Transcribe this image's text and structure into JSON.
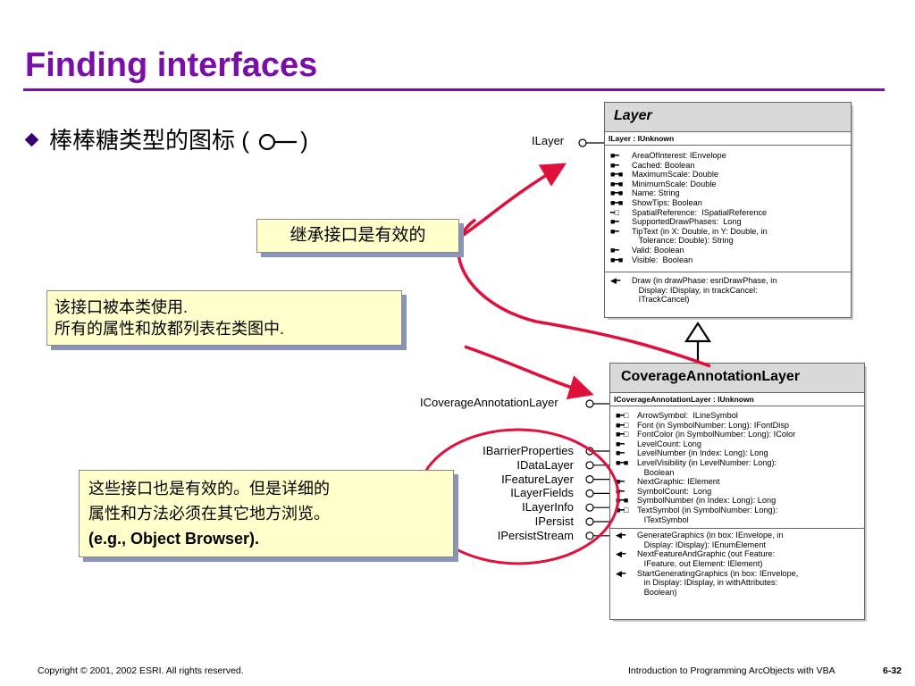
{
  "slide": {
    "title": "Finding interfaces",
    "bullet": "棒棒糖类型的图标 (",
    "bullet_close": ")"
  },
  "notes": {
    "inherited": "继承接口是有效的",
    "used_line1": "该接口被本类使用.",
    "used_line2": "所有的属性和放都列表在类图中.",
    "other_line1": "这些接口也是有效的。但是详细的",
    "other_line2": "属性和方法必须在其它地方浏览。",
    "other_line3": "(e.g., Object Browser)."
  },
  "layer_class": {
    "name": "Layer",
    "interface_label": "ILayer",
    "interface_header": "ILayer : IUnknown",
    "properties": [
      {
        "icon": "■━",
        "text": "AreaOfInterest: IEnvelope"
      },
      {
        "icon": "■━",
        "text": "Cached: Boolean"
      },
      {
        "icon": "■━■",
        "text": "MaximumScale: Double"
      },
      {
        "icon": "■━■",
        "text": "MinimumScale: Double"
      },
      {
        "icon": "■━■",
        "text": "Name: String"
      },
      {
        "icon": "■━■",
        "text": "ShowTips: Boolean"
      },
      {
        "icon": "━□",
        "text": "SpatialReference:  ISpatialReference"
      },
      {
        "icon": "■━",
        "text": "SupportedDrawPhases:  Long"
      },
      {
        "icon": "■━",
        "text": "TipText (in X: Double, in Y: Double, in\n   Tolerance: Double): String"
      },
      {
        "icon": "■━",
        "text": "Valid: Boolean"
      },
      {
        "icon": "■━■",
        "text": "Visible:  Boolean"
      }
    ],
    "methods": [
      {
        "icon": "◀━",
        "text": "Draw (in drawPhase: esriDrawPhase, in\n   Display: IDisplay, in trackCancel:\n   ITrackCancel)"
      }
    ]
  },
  "coverage_class": {
    "name": "CoverageAnnotationLayer",
    "interface_label": "ICoverageAnnotationLayer",
    "interface_header": "ICoverageAnnotationLayer : IUnknown",
    "properties": [
      {
        "icon": "■━□",
        "text": "ArrowSymbol:  ILineSymbol"
      },
      {
        "icon": "■━□",
        "text": "Font (in SymbolNumber: Long): IFontDisp"
      },
      {
        "icon": "■━□",
        "text": "FontColor (in SymbolNumber: Long): IColor"
      },
      {
        "icon": "■━",
        "text": "LevelCount: Long"
      },
      {
        "icon": "■━",
        "text": "LevelNumber (in Index: Long): Long"
      },
      {
        "icon": "■━■",
        "text": "LevelVisibility (in LevelNumber: Long):\n   Boolean"
      },
      {
        "icon": "■━",
        "text": "NextGraphic: IElement"
      },
      {
        "icon": "■━",
        "text": "SymbolCount:  Long"
      },
      {
        "icon": "■━■",
        "text": "SymbolNumber (in Index: Long): Long"
      },
      {
        "icon": "■━□",
        "text": "TextSymbol (in SymbolNumber: Long):\n   ITextSymbol"
      }
    ],
    "methods": [
      {
        "icon": "◀━",
        "text": "GenerateGraphics (in box: IEnvelope, in\n   Display: IDisplay): IEnumElement"
      },
      {
        "icon": "◀━",
        "text": "NextFeatureAndGraphic (out Feature:\n   IFeature, out Element: IElement)"
      },
      {
        "icon": "◀━",
        "text": "StartGeneratingGraphics (in box: IEnvelope,\n   in Display: IDisplay, in withAttributes:\n   Boolean)"
      }
    ],
    "other_interfaces": [
      "IBarrierProperties",
      "IDataLayer",
      "IFeatureLayer",
      "ILayerFields",
      "ILayerInfo",
      "IPersist",
      "IPersistStream"
    ]
  },
  "footer": {
    "copyright": "Copyright © 2001, 2002 ESRI.  All rights reserved.",
    "course": "Introduction to Programming ArcObjects with VBA",
    "page": "6-32"
  },
  "colors": {
    "title": "#7a0ea8",
    "arrow": "#e0103a",
    "note_bg": "#ffffcc"
  }
}
